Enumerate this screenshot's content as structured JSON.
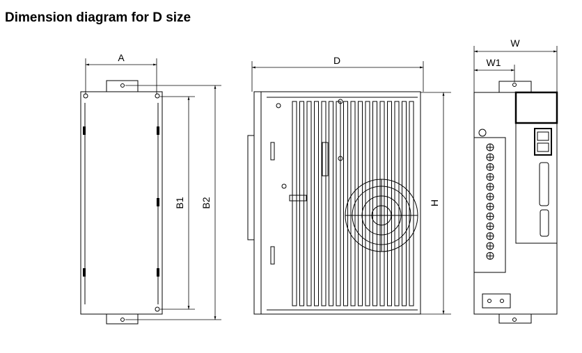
{
  "title": "Dimension diagram for D size",
  "labels": {
    "A": "A",
    "B1": "B1",
    "B2": "B2",
    "D": "D",
    "H": "H",
    "W": "W",
    "W1": "W1"
  }
}
